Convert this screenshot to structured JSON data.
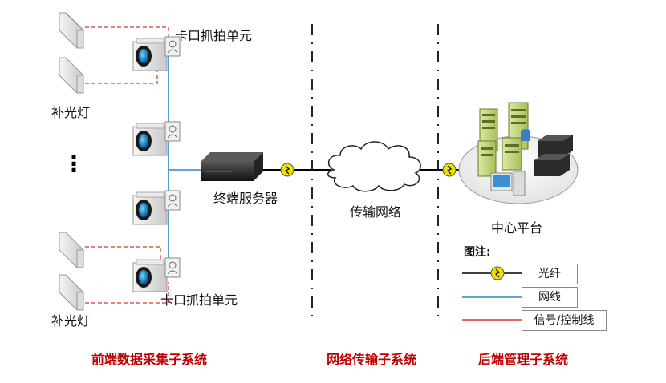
{
  "labels": {
    "checkpoint_unit_top": "卡口抓拍单元",
    "checkpoint_unit_bottom": "卡口抓拍单元",
    "fill_light_top": "补光灯",
    "fill_light_bottom": "补光灯",
    "terminal_server": "终端服务器",
    "transmission_network": "传输网络",
    "center_platform": "中心平台",
    "ellipsis": "⋮"
  },
  "subsystems": {
    "front_end": "前端数据采集子系统",
    "network": "网络传输子系统",
    "back_end": "后端管理子系统"
  },
  "legend": {
    "title": "图注:",
    "fiber": "光纤",
    "network_cable": "网线",
    "signal_control": "信号/控制线"
  },
  "colors": {
    "fiber_line": "#000000",
    "network_line": "#2e86c9",
    "signal_line": "#e03030",
    "subsystem_text": "#c00000"
  },
  "icons": [
    "fill-light-icon",
    "camera-icon",
    "server-icon",
    "cloud-icon",
    "fiber-coupler-icon",
    "data-center-icon"
  ]
}
